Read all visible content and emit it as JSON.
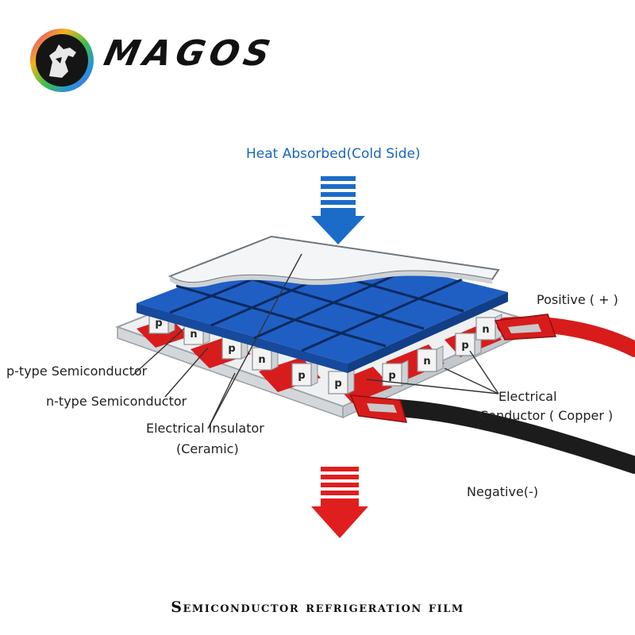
{
  "brand": {
    "name": "MAGOS"
  },
  "diagram": {
    "heat_absorbed": "Heat Absorbed(Cold Side)",
    "positive": "Positive ( + )",
    "negative": "Negative(-)",
    "p_type": "p-type Semiconductor",
    "n_type": "n-type Semiconductor",
    "insulator_line1": "Electrical Insulator",
    "insulator_line2": "(Ceramic)",
    "conductor_line1": "Electrical",
    "conductor_line2": "Conductor ( Copper )",
    "leg_labels": [
      "p",
      "n",
      "p",
      "n",
      "p",
      "p",
      "n",
      "p",
      "n",
      "p"
    ]
  },
  "caption": "Semiconductor refrigeration film",
  "colors": {
    "cold_arrow": "#1a6cc8",
    "hot_arrow": "#e01e1e",
    "tile_blue": "#1f5fc4",
    "copper_red": "#d81c1c",
    "ceramic": "#eef0f2"
  },
  "icons": {
    "logo": "horse-head-logo-icon"
  }
}
